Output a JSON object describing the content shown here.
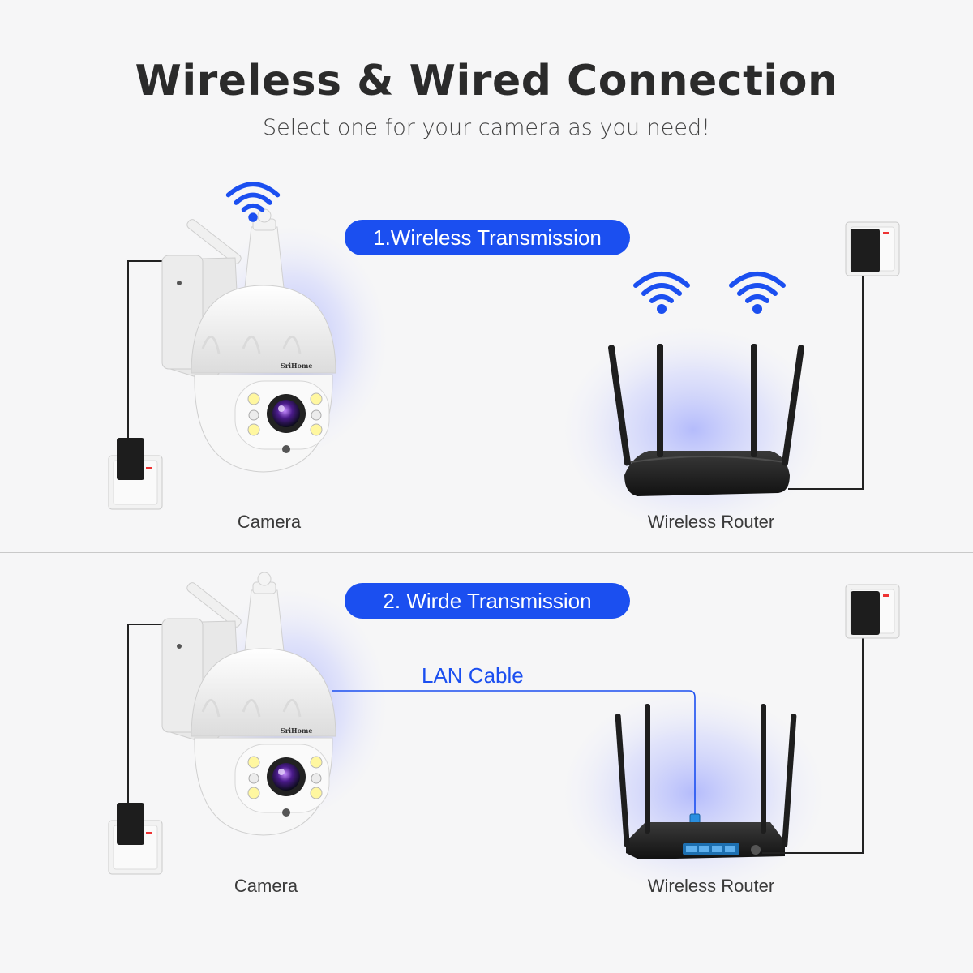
{
  "header": {
    "title": "Wireless & Wired Connection",
    "subtitle": "Select one for your camera as you need!"
  },
  "section1": {
    "badge": "1.Wireless Transmission",
    "camera_label": "Camera",
    "router_label": "Wireless Router",
    "camera_brand": "SriHome"
  },
  "section2": {
    "badge": "2. Wirde Transmission",
    "cable_label": "LAN Cable",
    "camera_label": "Camera",
    "router_label": "Wireless Router",
    "camera_brand": "SriHome"
  },
  "colors": {
    "accent": "#1b4ff0",
    "title": "#2b2b2b",
    "background": "#f6f6f7"
  },
  "icons": [
    "wifi-icon",
    "power-adapter-icon",
    "wall-outlet-icon",
    "camera-icon",
    "router-icon"
  ]
}
